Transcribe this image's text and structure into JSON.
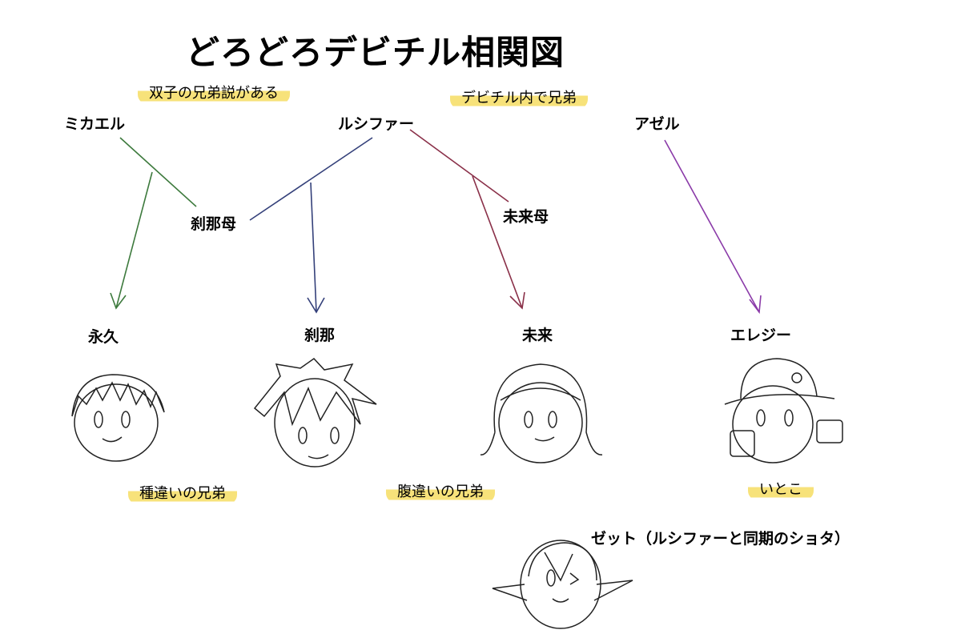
{
  "title": "どろどろデビチル相関図",
  "notes": {
    "twins": "双子の兄弟説がある",
    "devichil_siblings": "デビチル内で兄弟",
    "half_father": "種違いの兄弟",
    "half_mother": "腹違いの兄弟",
    "cousins": "いとこ"
  },
  "characters": {
    "michael": "ミカエル",
    "lucifer": "ルシファー",
    "azel": "アゼル",
    "setsuna_mother": "刹那母",
    "mirai_mother": "未来母",
    "towa": "永久",
    "setsuna": "刹那",
    "mirai": "未来",
    "elegy": "エレジー",
    "zet": "ゼット（ルシファーと同期のショタ）"
  },
  "colors": {
    "michael_line": "#3d7a3d",
    "lucifer_setsuna": "#34407a",
    "lucifer_mirai": "#8a3049",
    "azel_line": "#8a3aa8",
    "highlight": "#f7e27a"
  }
}
